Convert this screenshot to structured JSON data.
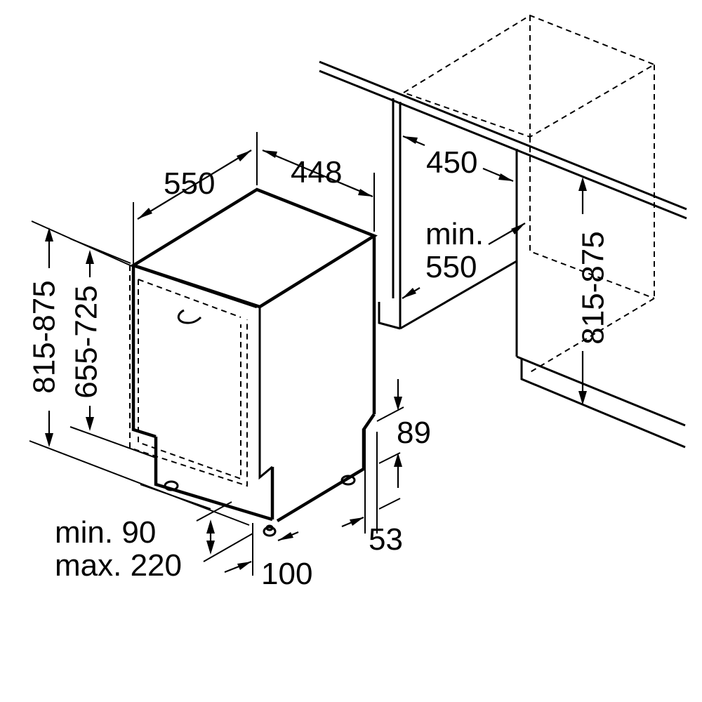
{
  "labels": {
    "depth": "550",
    "width": "448",
    "niche_width": "450",
    "niche_depth_line1": "min.",
    "niche_depth_line2": "550",
    "niche_height": "815-875",
    "appliance_height": "815-875",
    "door_height": "655-725",
    "plinth_height": "89",
    "plinth_offset": "53",
    "foot_offset": "100",
    "plinth_gap_line1": "min. 90",
    "plinth_gap_line2": "max. 220"
  }
}
